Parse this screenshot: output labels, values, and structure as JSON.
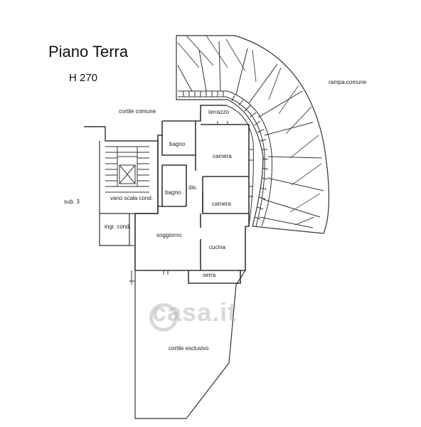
{
  "plan": {
    "title": "Piano Terra",
    "height_label": "H 270"
  },
  "labels": {
    "cortile_comune": "cortile comune",
    "terrazzo": "terrazzo",
    "rampa_comune": "rampa comune",
    "bagno1": "bagno",
    "camera1": "camera",
    "bagno2": "bagno",
    "dis": "dis.",
    "camera2": "camera",
    "vano_scala": "vano scala cond.",
    "sub3": "sub. 3",
    "ingr_cond": "ingr. cond.",
    "soggiorno": "soggiorno",
    "cucina": "cucina",
    "serra": "serra",
    "cortile_esclusivo": "cortile esclusivo"
  },
  "watermark": "casa.it"
}
